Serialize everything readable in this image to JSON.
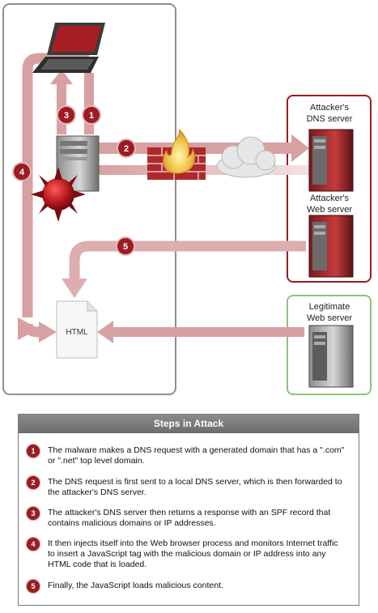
{
  "labels": {
    "attacker_dns": [
      "Attacker's",
      "DNS server"
    ],
    "attacker_web": [
      "Attacker's",
      "Web server"
    ],
    "legit_web": [
      "Legitimate",
      "Web server"
    ],
    "html_doc": "HTML"
  },
  "flow_numbers": [
    "1",
    "2",
    "3",
    "4",
    "5"
  ],
  "steps": {
    "title": "Steps in Attack",
    "items": [
      {
        "num": "1",
        "text": "The malware makes a DNS request with a generated domain that has a \".com\" or \".net\" top level domain."
      },
      {
        "num": "2",
        "text": "The DNS request is first sent to a local DNS server, which is then forwarded to the attacker's DNS server."
      },
      {
        "num": "3",
        "text": "The attacker's DNS server then returns a response with an SPF record that contains malicious domains or IP addresses."
      },
      {
        "num": "4",
        "text": "It then injects itself into the Web browser process and monitors Internet traffic to insert a JavaScript tag with the malicious domain or IP address into any HTML code that is loaded."
      },
      {
        "num": "5",
        "text": "Finally, the JavaScript loads malicious content."
      }
    ]
  },
  "colors": {
    "arrow": "#d7a0a2",
    "badge": "#9b1c22",
    "attacker_border": "#9b1c22",
    "legit_border": "#8cc47a"
  }
}
